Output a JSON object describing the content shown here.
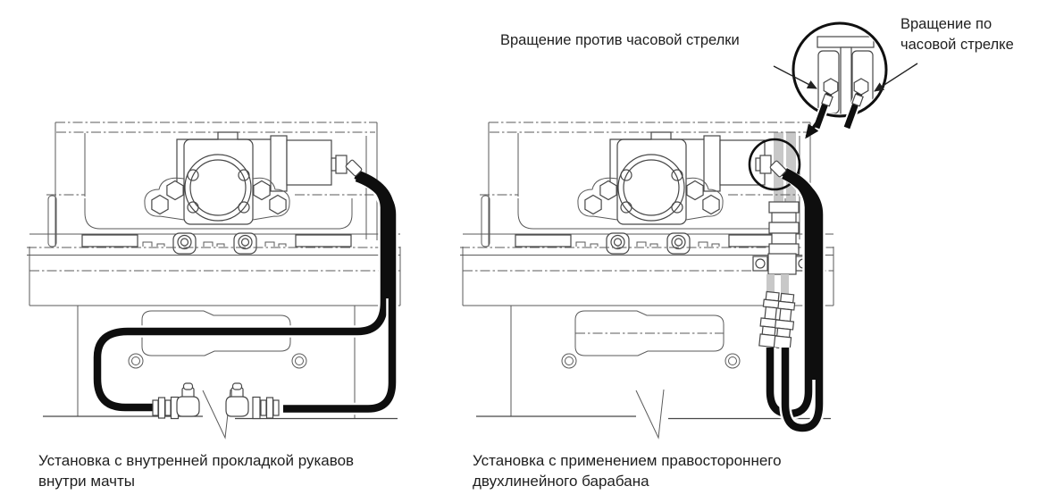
{
  "figure": {
    "type": "technical-illustration",
    "callout_labels": {
      "counterclockwise": "Вращение против часовой стрелки",
      "clockwise": "Вращение по часовой стрелке"
    },
    "captions": {
      "left_diagram": "Установка с внутренней прокладкой рукавов внутри мачты",
      "right_diagram": "Установка с применением правостороннего двухлинейного барабана"
    },
    "colors": {
      "background": "#ffffff",
      "line_art": "#5a5a5a",
      "hose_black": "#0e0e0e",
      "hose_sleeve_gray": "#c8c8c8",
      "text": "#1f1f1f"
    }
  }
}
